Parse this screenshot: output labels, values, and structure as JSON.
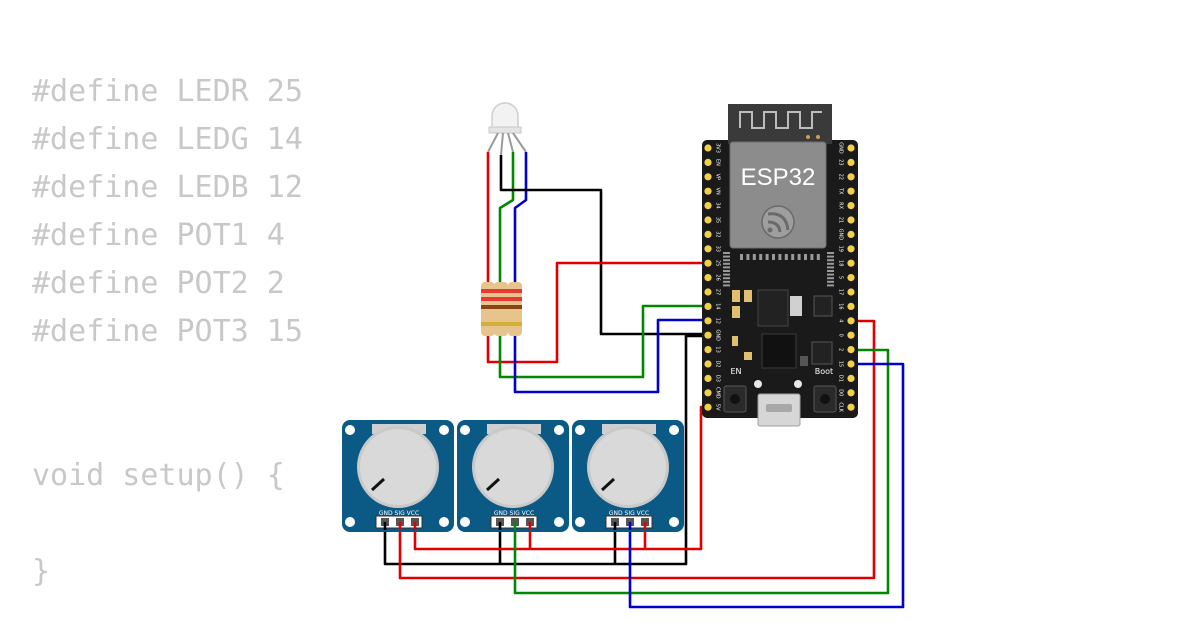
{
  "code_lines": [
    "#define LEDR 25",
    "#define LEDG 14",
    "#define LEDB 12",
    "#define POT1 4",
    "#define POT2 2",
    "#define POT3 15",
    "",
    "",
    "void setup() {",
    "",
    "}"
  ],
  "esp32": {
    "label": "ESP32",
    "en_label": "EN",
    "boot_label": "Boot",
    "left_pins": [
      "3V3",
      "EN",
      "VP",
      "VN",
      "34",
      "35",
      "32",
      "33",
      "25",
      "26",
      "27",
      "14",
      "12",
      "GND",
      "13",
      "D2",
      "D3",
      "CMD",
      "5V"
    ],
    "right_pins": [
      "GND",
      "23",
      "22",
      "TX",
      "RX",
      "21",
      "GND",
      "19",
      "18",
      "5",
      "17",
      "16",
      "4",
      "0",
      "2",
      "15",
      "D1",
      "D0",
      "CLK"
    ]
  },
  "pot_label": "GND SIG VCC",
  "colors": {
    "red": "#e00000",
    "green": "#008800",
    "blue": "#0000cc",
    "black": "#000000",
    "board": "#1a1a1a",
    "pot_board": "#0b5a86",
    "pin": "#f2d04b"
  }
}
